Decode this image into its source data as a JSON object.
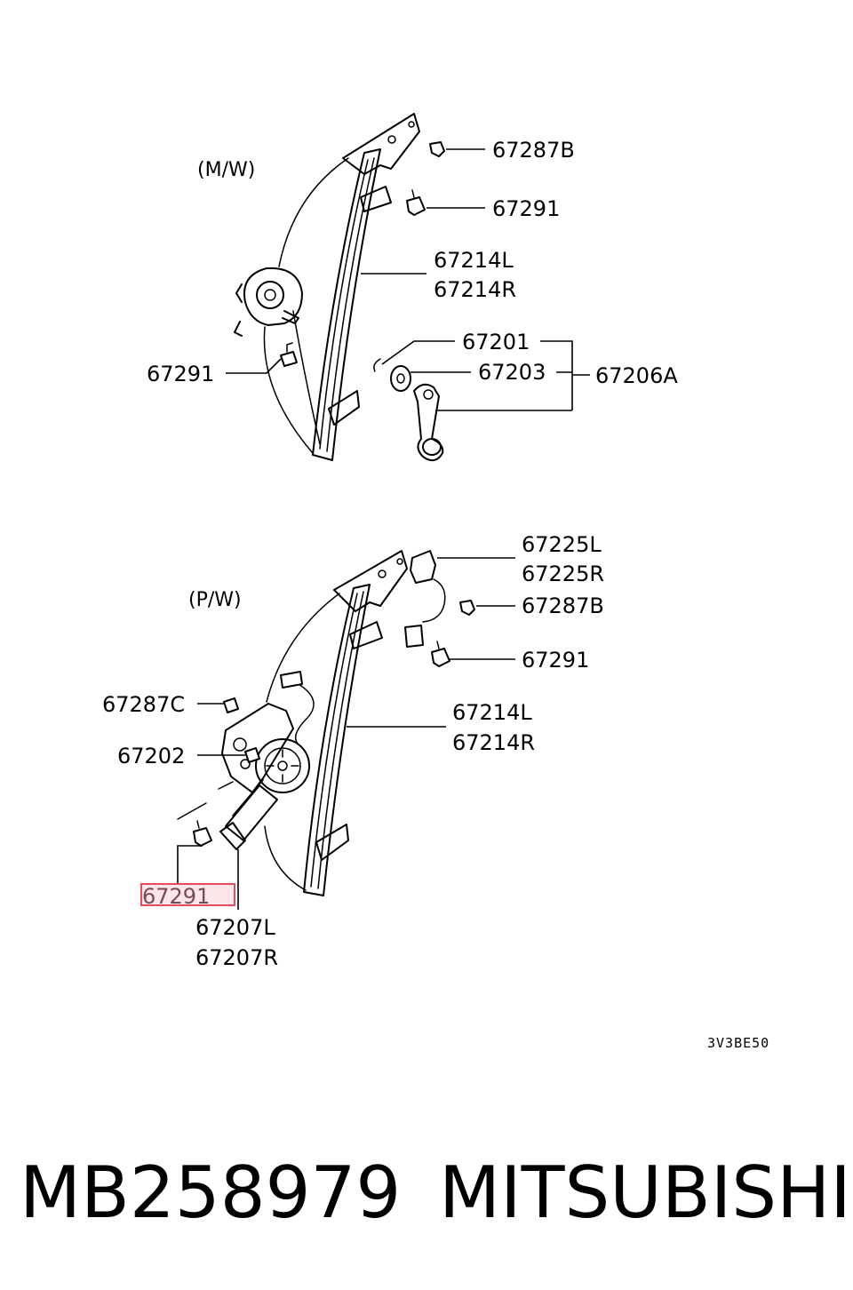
{
  "sections": [
    {
      "id": "mw",
      "label": "(M/W)"
    },
    {
      "id": "pw",
      "label": "(P/W)"
    }
  ],
  "callouts": [
    {
      "id": "mw_67287B",
      "text": "67287B"
    },
    {
      "id": "mw_67291a",
      "text": "67291"
    },
    {
      "id": "mw_67214L",
      "text": "67214L"
    },
    {
      "id": "mw_67214R",
      "text": "67214R"
    },
    {
      "id": "mw_67201",
      "text": "67201"
    },
    {
      "id": "mw_67203",
      "text": "67203"
    },
    {
      "id": "mw_67206A",
      "text": "67206A"
    },
    {
      "id": "mw_67291b",
      "text": "67291"
    },
    {
      "id": "pw_67225L",
      "text": "67225L"
    },
    {
      "id": "pw_67225R",
      "text": "67225R"
    },
    {
      "id": "pw_67287B",
      "text": "67287B"
    },
    {
      "id": "pw_67291a",
      "text": "67291"
    },
    {
      "id": "pw_67287C",
      "text": "67287C"
    },
    {
      "id": "pw_67214L",
      "text": "67214L"
    },
    {
      "id": "pw_67214R",
      "text": "67214R"
    },
    {
      "id": "pw_67202",
      "text": "67202"
    },
    {
      "id": "pw_67291b",
      "text": "67291",
      "highlighted": true
    },
    {
      "id": "pw_67207L",
      "text": "67207L"
    },
    {
      "id": "pw_67207R",
      "text": "67207R"
    }
  ],
  "diagram_code": "3V3BE50",
  "footer": {
    "part_number": "MB258979",
    "brand": "MITSUBISHI"
  },
  "highlight_color": "#e03a4a"
}
